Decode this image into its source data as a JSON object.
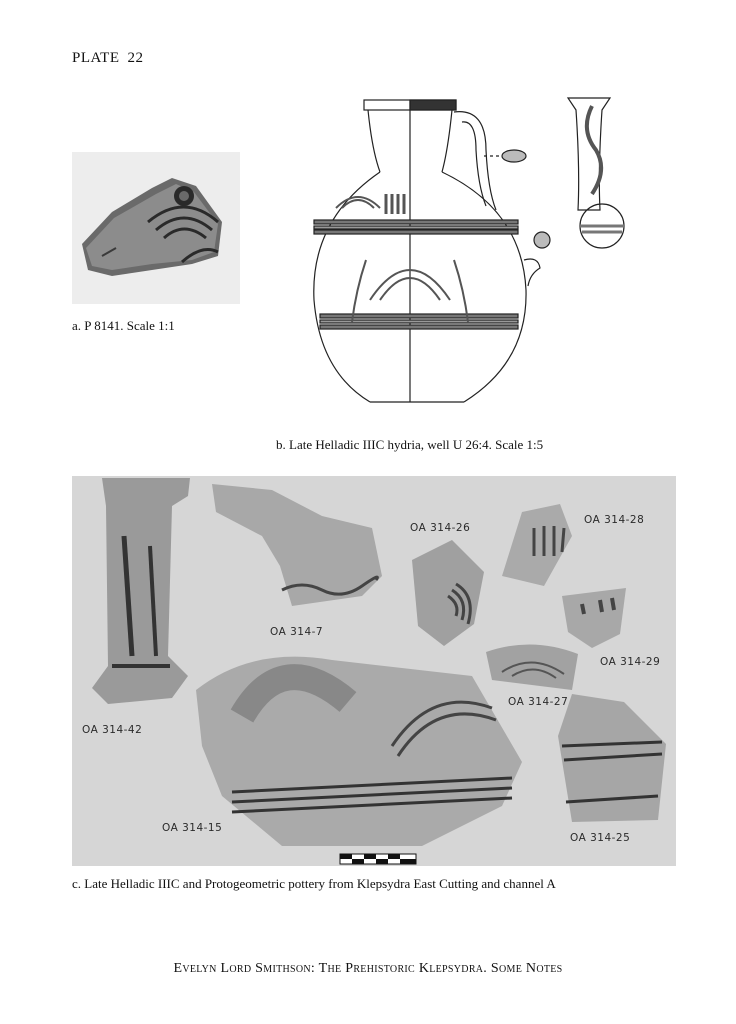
{
  "header": {
    "plate_word": "PLATE",
    "plate_number": "22"
  },
  "figure_a": {
    "caption": "a. P 8141. Scale 1:1"
  },
  "figure_b": {
    "caption": "b. Late Helladic IIIC hydria, well U 26:4. Scale 1:5"
  },
  "figure_c": {
    "caption": "c. Late Helladic IIIC and Protogeometric pottery from Klepsydra East Cutting and channel A",
    "sherd_labels": [
      "OA 314-42",
      "OA 314-7",
      "OA 314-26",
      "OA 314-28",
      "OA 314-29",
      "OA 314-27",
      "OA 314-15",
      "OA 314-25"
    ]
  },
  "footer": {
    "text": "Evelyn Lord Smithson: The Prehistoric Klepsydra. Some Notes"
  }
}
